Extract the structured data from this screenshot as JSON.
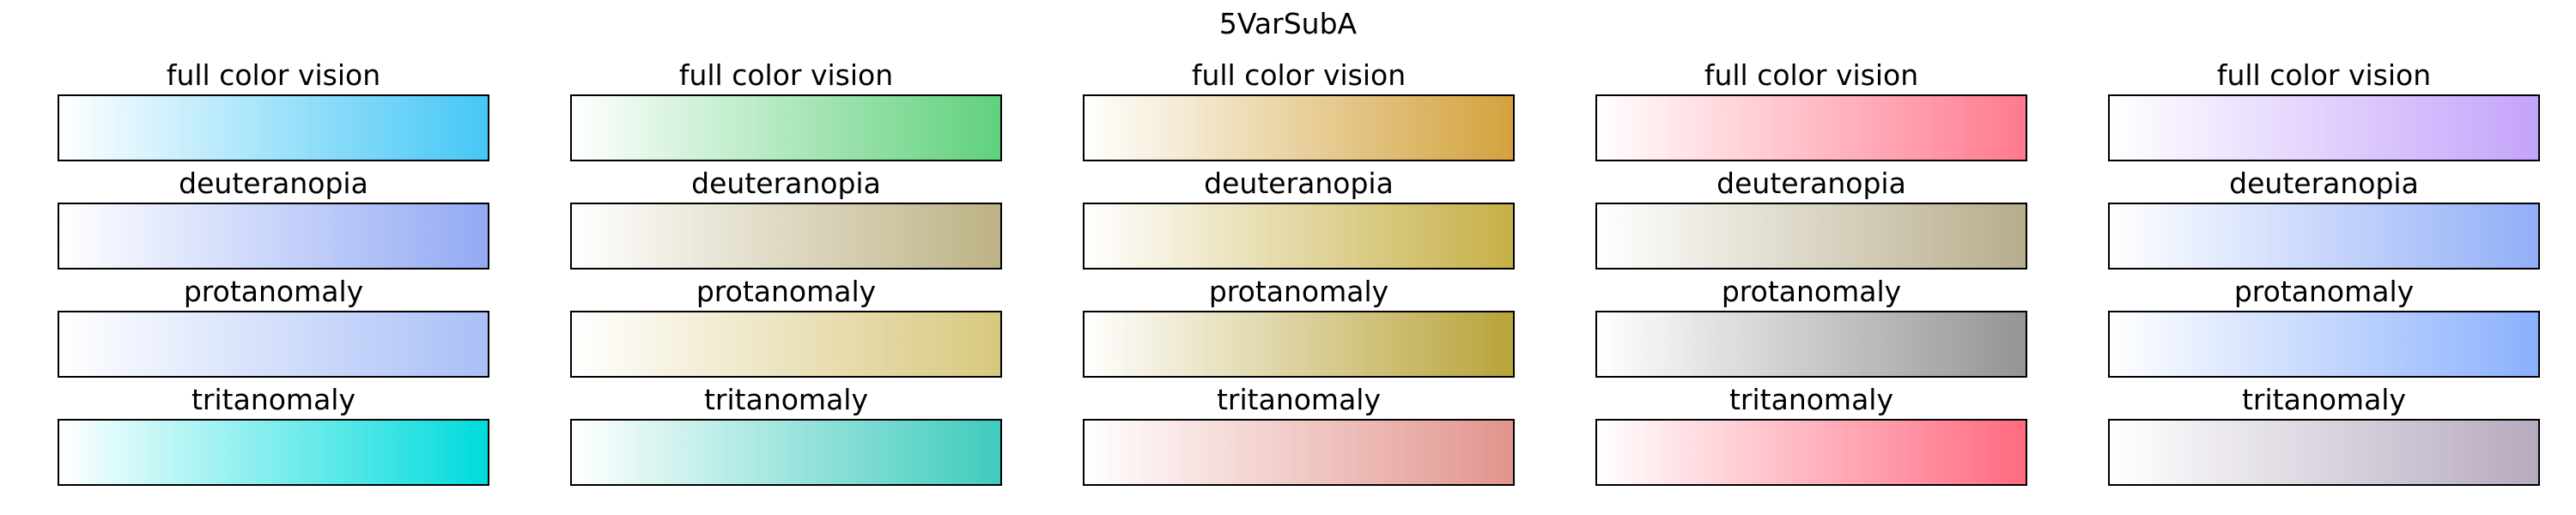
{
  "figure": {
    "title": "5VarSubA"
  },
  "panels": [
    {
      "rows": [
        {
          "label": "full color vision",
          "end_color": "#45c7f6"
        },
        {
          "label": "deuteranopia",
          "end_color": "#93aaf4"
        },
        {
          "label": "protanomaly",
          "end_color": "#a9bff7"
        },
        {
          "label": "tritanomaly",
          "end_color": "#00dbdc"
        }
      ]
    },
    {
      "rows": [
        {
          "label": "full color vision",
          "end_color": "#60d17c"
        },
        {
          "label": "deuteranopia",
          "end_color": "#bdb285"
        },
        {
          "label": "protanomaly",
          "end_color": "#d8c87e"
        },
        {
          "label": "tritanomaly",
          "end_color": "#3fcbbd"
        }
      ]
    },
    {
      "rows": [
        {
          "label": "full color vision",
          "end_color": "#d3a23d"
        },
        {
          "label": "deuteranopia",
          "end_color": "#c6b046"
        },
        {
          "label": "protanomaly",
          "end_color": "#b8a33a"
        },
        {
          "label": "tritanomaly",
          "end_color": "#e2948d"
        }
      ]
    },
    {
      "rows": [
        {
          "label": "full color vision",
          "end_color": "#ff7a8e"
        },
        {
          "label": "deuteranopia",
          "end_color": "#b7ad8c"
        },
        {
          "label": "protanomaly",
          "end_color": "#949494"
        },
        {
          "label": "tritanomaly",
          "end_color": "#ff6a80"
        }
      ]
    },
    {
      "rows": [
        {
          "label": "full color vision",
          "end_color": "#c4a3fb"
        },
        {
          "label": "deuteranopia",
          "end_color": "#91aef7"
        },
        {
          "label": "protanomaly",
          "end_color": "#8ab0fd"
        },
        {
          "label": "tritanomaly",
          "end_color": "#b6aabf"
        }
      ]
    }
  ]
}
